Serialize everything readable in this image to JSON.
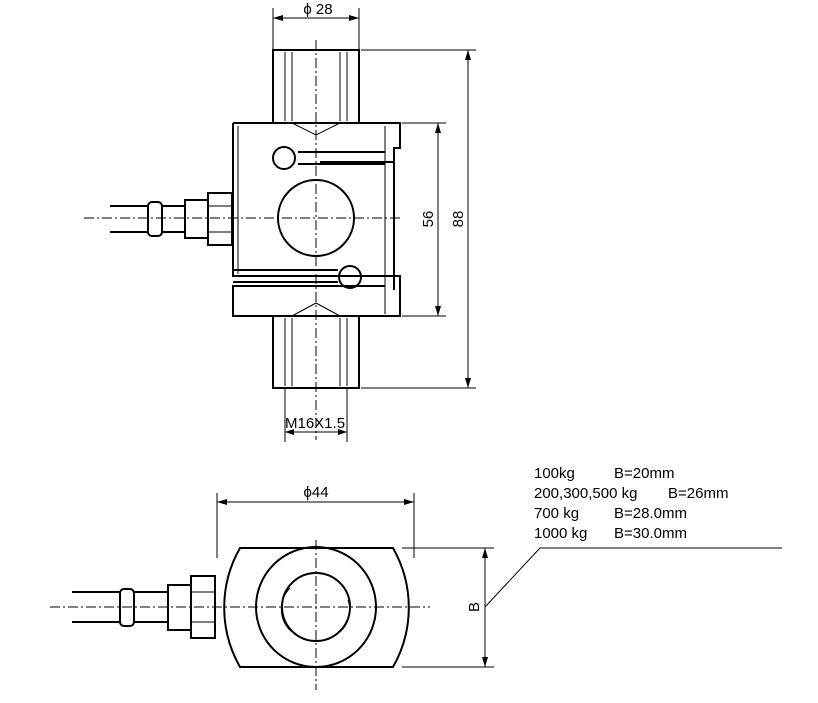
{
  "front_view": {
    "width_dim": "ϕ 28",
    "inner_height_dim": "56",
    "outer_height_dim": "88",
    "thread_label": "M16X1.5"
  },
  "bottom_view": {
    "diameter_dim": "ϕ44",
    "b_dim": "B"
  },
  "spec_table": [
    {
      "load": "100kg",
      "b": "B=20mm"
    },
    {
      "load": "200,300,500 kg",
      "b": "B=26mm"
    },
    {
      "load": "700 kg",
      "b": "B=28.0mm"
    },
    {
      "load": "1000 kg",
      "b": "B=30.0mm"
    }
  ]
}
